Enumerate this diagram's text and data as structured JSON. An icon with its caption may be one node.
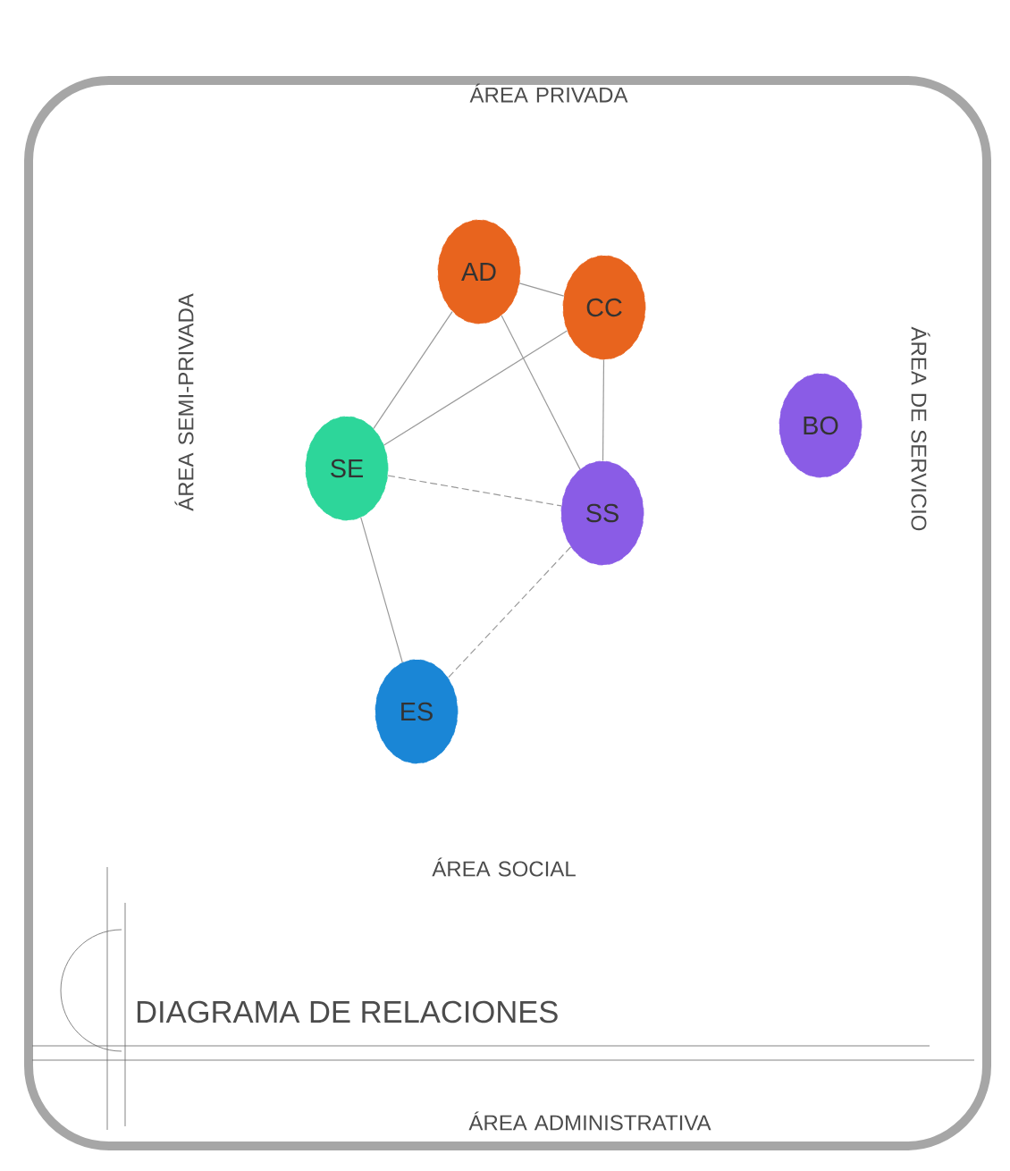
{
  "diagram": {
    "title": "DIAGRAMA DE RELACIONES",
    "nodes": [
      {
        "text": [
          "AD"
        ]
      },
      {
        "text": [
          "CC"
        ]
      },
      {
        "text": [
          "SE"
        ]
      },
      {
        "text": [
          "SS"
        ]
      },
      {
        "text": [
          "BO"
        ]
      },
      {
        "text": [
          "ES"
        ]
      }
    ],
    "edges": [
      {
        "from": 0,
        "to": 1,
        "arrow": "none"
      },
      {
        "from": 0,
        "to": 2,
        "arrow": "none"
      },
      {
        "from": 0,
        "to": 3,
        "arrow": "none"
      },
      {
        "from": 1,
        "to": 2,
        "arrow": "none"
      },
      {
        "from": 1,
        "to": 3,
        "arrow": "none"
      },
      {
        "from": 2,
        "to": 3,
        "arrow": "none",
        "style": "dashed"
      },
      {
        "from": 2,
        "to": 5,
        "arrow": "none"
      },
      {
        "from": 3,
        "to": 5,
        "arrow": "none",
        "style": "dashed"
      }
    ],
    "labels": [
      "ÁREA PRIVADA",
      "ÁREA SEMI-PRIVADA",
      "ÁREA DE SERVICIO",
      "ÁREA SOCIAL",
      "ÁREA ADMINISTRATIVA"
    ]
  }
}
